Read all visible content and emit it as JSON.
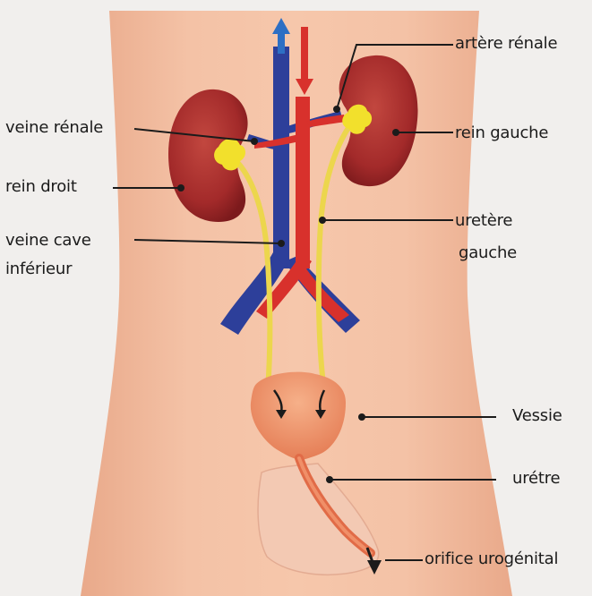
{
  "labels": {
    "renal_artery": "artère rénale",
    "renal_vein": "veine rénale",
    "left_kidney": "rein gauche",
    "right_kidney": "rein droit",
    "left_ureter_l1": "uretère",
    "left_ureter_l2": "gauche",
    "vena_cava_l1": "veine cave",
    "vena_cava_l2": "inférieur",
    "bladder": "Vessie",
    "urethra": "urétre",
    "orifice": "orifice urogénital"
  },
  "colors": {
    "background": "#f1efed",
    "skin": "#f0b898",
    "kidney": "#a4262a",
    "vein": "#2d3f9a",
    "artery": "#d8312c",
    "ureter": "#ecd64d",
    "adrenal": "#f2e02c",
    "bladder": "#ec8a62",
    "leader_line": "#1b1b1b"
  }
}
